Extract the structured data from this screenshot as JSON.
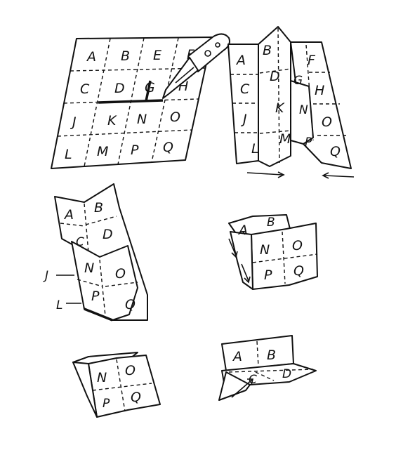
{
  "labels": {
    "grid": [
      "A",
      "B",
      "E",
      "F",
      "C",
      "D",
      "G",
      "H",
      "J",
      "K",
      "N",
      "O",
      "L",
      "M",
      "P",
      "Q"
    ],
    "zig": [
      "A",
      "B",
      "F",
      "C",
      "D",
      "G",
      "H",
      "J",
      "K",
      "N",
      "O",
      "L",
      "M",
      "P",
      "Q"
    ],
    "s3": [
      "A",
      "B",
      "C",
      "D",
      "N",
      "O",
      "P",
      "Q",
      "J",
      "L"
    ],
    "s4": [
      "A",
      "B",
      "N",
      "O",
      "P",
      "Q"
    ],
    "s5": [
      "N",
      "O",
      "P",
      "Q"
    ],
    "s6": [
      "A",
      "B",
      "C",
      "D"
    ]
  },
  "icons": {
    "knife": "pocket-knife-icon",
    "arrows": "arrow-icon"
  }
}
